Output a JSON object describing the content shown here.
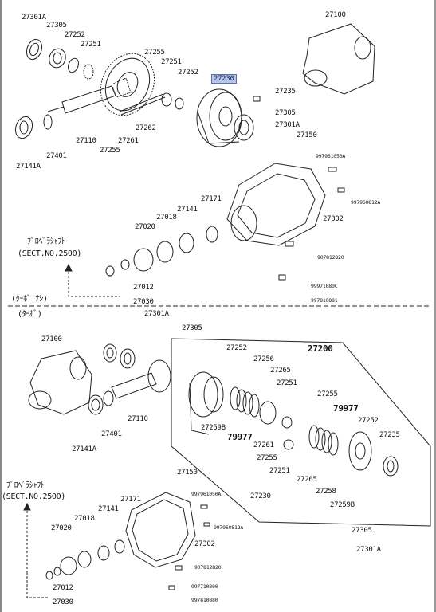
{
  "diagram": {
    "highlight_part": "27230",
    "upper": {
      "labels": {
        "p27301A_a": "27301A",
        "p27305_a": "27305",
        "p27252_a": "27252",
        "p27251_a": "27251",
        "p27255_a": "27255",
        "p27251_b": "27251",
        "p27252_b": "27252",
        "p27100_a": "27100",
        "p27230_a": "27230",
        "p27235_a": "27235",
        "p27305_b": "27305",
        "p27301A_b": "27301A",
        "p27262": "27262",
        "p27261": "27261",
        "p27110_a": "27110",
        "p27255_b": "27255",
        "p27401_a": "27401",
        "p27141A_a": "27141A",
        "p27150_a": "27150",
        "p997961050A_a": "997961050A",
        "p997960812A_a": "997960812A",
        "p27302_a": "27302",
        "p27171_a": "27171",
        "p27141_a": "27141",
        "p27018_a": "27018",
        "p27020_a": "27020",
        "p907812820_a": "907812820",
        "p997710800_a": "99971080C",
        "p997810880_a": "997810881",
        "p27012_a": "27012",
        "p27030_a": "27030"
      },
      "prop_note": "ﾌﾟﾛﾍﾟﾗｼｬﾌﾄ",
      "sect_ref": "(SECT.NO.2500)"
    },
    "divider": {
      "non_turbo": "(ﾀｰﾎﾞ ﾅｼ)",
      "turbo": "(ﾀｰﾎﾞ)"
    },
    "lower": {
      "labels": {
        "p27301A_c": "27301A",
        "p27305_c": "27305",
        "p27100_b": "27100",
        "p27200": "27200",
        "p27252_c": "27252",
        "p27256": "27256",
        "p27265_a": "27265",
        "p27251_c": "27251",
        "p27255_c": "27255",
        "p79977_a": "79977",
        "p27252_d": "27252",
        "p27259B_a": "27259B",
        "p79977_b": "79977",
        "p27235_b": "27235",
        "p27261_b": "27261",
        "p27255_d": "27255",
        "p27251_d": "27251",
        "p27265_b": "27265",
        "p27258": "27258",
        "p27259B_b": "27259B",
        "p27110_b": "27110",
        "p27401_b": "27401",
        "p27141A_b": "27141A",
        "p27230_b": "27230",
        "p27150_b": "27150",
        "p997961050A_b": "997961050A",
        "p997960812A_b": "997960812A",
        "p27302_b": "27302",
        "p27171_b": "27171",
        "p27141_b": "27141",
        "p27018_b": "27018",
        "p27020_b": "27020",
        "p907812820_b": "907812820",
        "p997710800_b": "997710800",
        "p997810880_b": "997810880",
        "p27012_b": "27012",
        "p27030_b": "27030",
        "p27305_d": "27305",
        "p27301A_d": "27301A"
      },
      "prop_note": "ﾌﾟﾛﾍﾟﾗｼｬﾌﾄ",
      "sect_ref": "(SECT.NO.2500)"
    }
  }
}
